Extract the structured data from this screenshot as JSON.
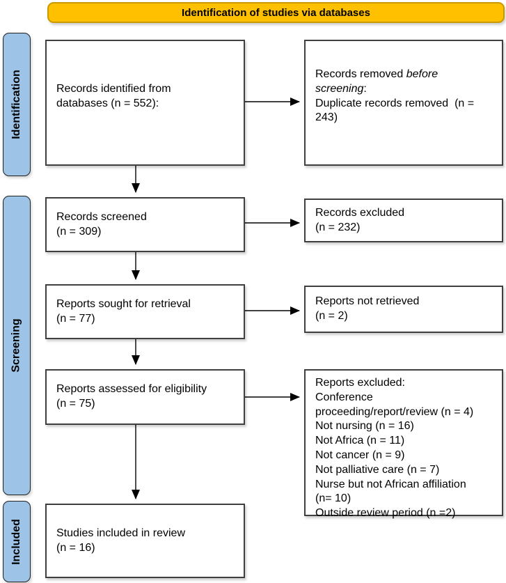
{
  "banner": {
    "label": "Identification of studies via databases"
  },
  "stages": {
    "identification": "Identification",
    "screening": "Screening",
    "included": "Included"
  },
  "boxes": {
    "records_identified": {
      "text": "Records identified from\ndatabases (n = 552):"
    },
    "records_removed": {
      "prefix": "Records removed ",
      "italic": "before\nscreening",
      "suffix": ":\nDuplicate records removed  (n =\n243)"
    },
    "records_screened": {
      "text": "Records screened\n(n = 309)"
    },
    "records_excluded": {
      "text": "Records excluded\n(n = 232)"
    },
    "reports_sought": {
      "text": "Reports sought for retrieval\n(n = 77)"
    },
    "reports_not_retrieved": {
      "text": "Reports not retrieved\n(n = 2)"
    },
    "reports_assessed": {
      "text": "Reports assessed for eligibility\n(n = 75)"
    },
    "reports_excluded": {
      "text": "Reports excluded:\nConference\nproceeding/report/review (n = 4)\nNot nursing (n = 16)\nNot Africa (n = 11)\nNot cancer (n = 9)\nNot palliative care (n = 7)\nNurse but not African affiliation\n(n= 10)\nOutside review period (n =2)"
    },
    "studies_included": {
      "text": "Studies included in review\n(n = 16)"
    }
  },
  "colors": {
    "banner_bg": "#FFC000",
    "banner_border": "#C99A00",
    "stage_bg": "#9DC3E6",
    "box_bg": "#FFFFFF",
    "box_border": "#3F3F3F",
    "arrow": "#000000",
    "text": "#000000"
  }
}
